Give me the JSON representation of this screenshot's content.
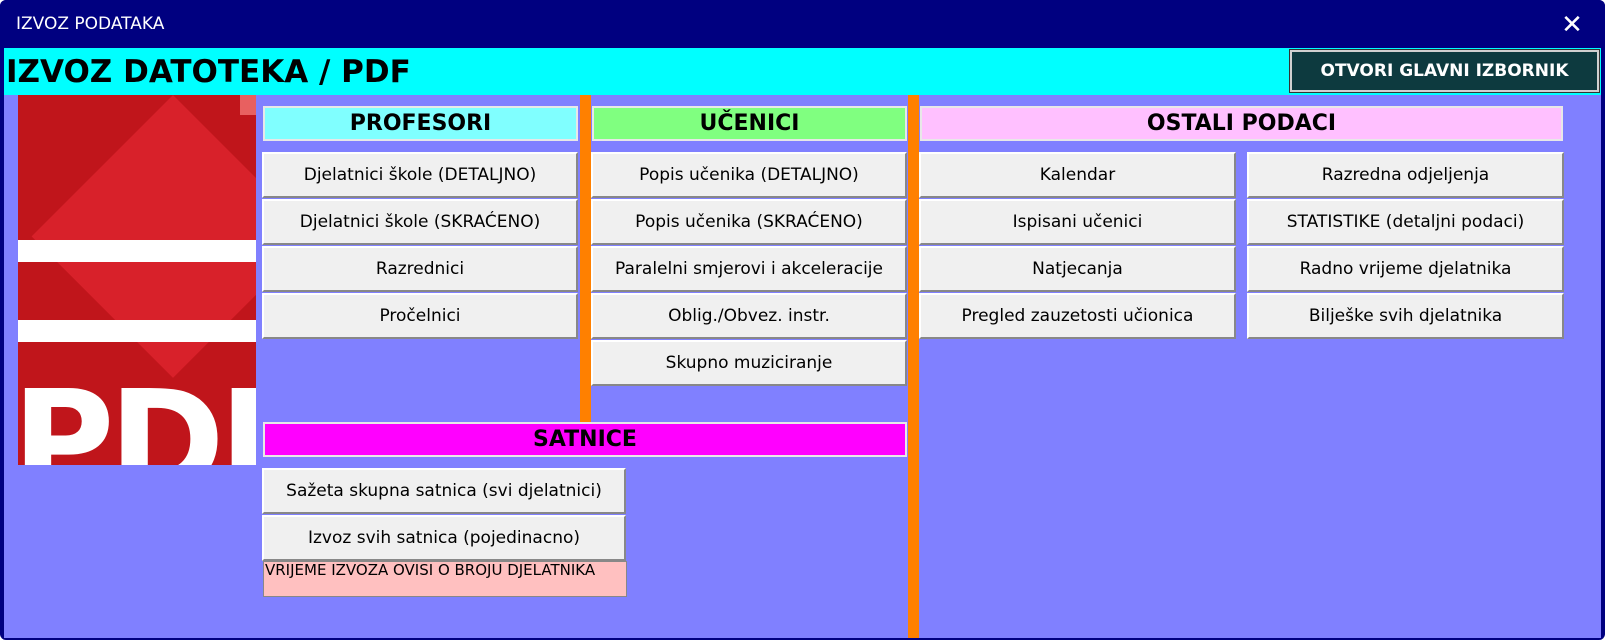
{
  "window": {
    "title": "IZVOZ PODATAKA",
    "close_icon": "close-icon"
  },
  "header": {
    "heading": "IZVOZ DATOTEKA / PDF",
    "main_menu_label": "OTVORI GLAVNI IZBORNIK"
  },
  "logo": {
    "text": "PDF"
  },
  "sections": {
    "profesori": {
      "title": "PROFESORI",
      "buttons": [
        "Djelatnici škole (DETALJNO)",
        "Djelatnici škole (SKRAĆENO)",
        "Razrednici",
        "Pročelnici"
      ]
    },
    "ucenici": {
      "title": "UČENICI",
      "buttons": [
        "Popis učenika (DETALJNO)",
        "Popis učenika (SKRAĆENO)",
        "Paralelni smjerovi i akceleracije",
        "Oblig./Obvez. instr.",
        "Skupno muziciranje"
      ]
    },
    "ostali": {
      "title": "OSTALI PODACI",
      "col1": [
        "Kalendar",
        "Ispisani učenici",
        "Natjecanja",
        "Pregled zauzetosti učionica"
      ],
      "col2": [
        "Razredna odjeljenja",
        "STATISTIKE (detaljni podaci)",
        "Radno vrijeme djelatnika",
        "Bilješke svih djelatnika"
      ]
    },
    "satnice": {
      "title": "SATNICE",
      "buttons": [
        "Sažeta skupna satnica (svi djelatnici)",
        "Izvoz svih satnica (pojedinacno)"
      ],
      "note": "VRIJEME IZVOZA OVISI O BROJU DJELATNIKA"
    }
  },
  "colors": {
    "profesori": "#80ffff",
    "ucenici": "#80ff80",
    "ostali": "#ffc0ff",
    "satnice": "#ff00ff",
    "divider": "#ff8000",
    "background": "#8080ff",
    "header": "#00ffff"
  }
}
